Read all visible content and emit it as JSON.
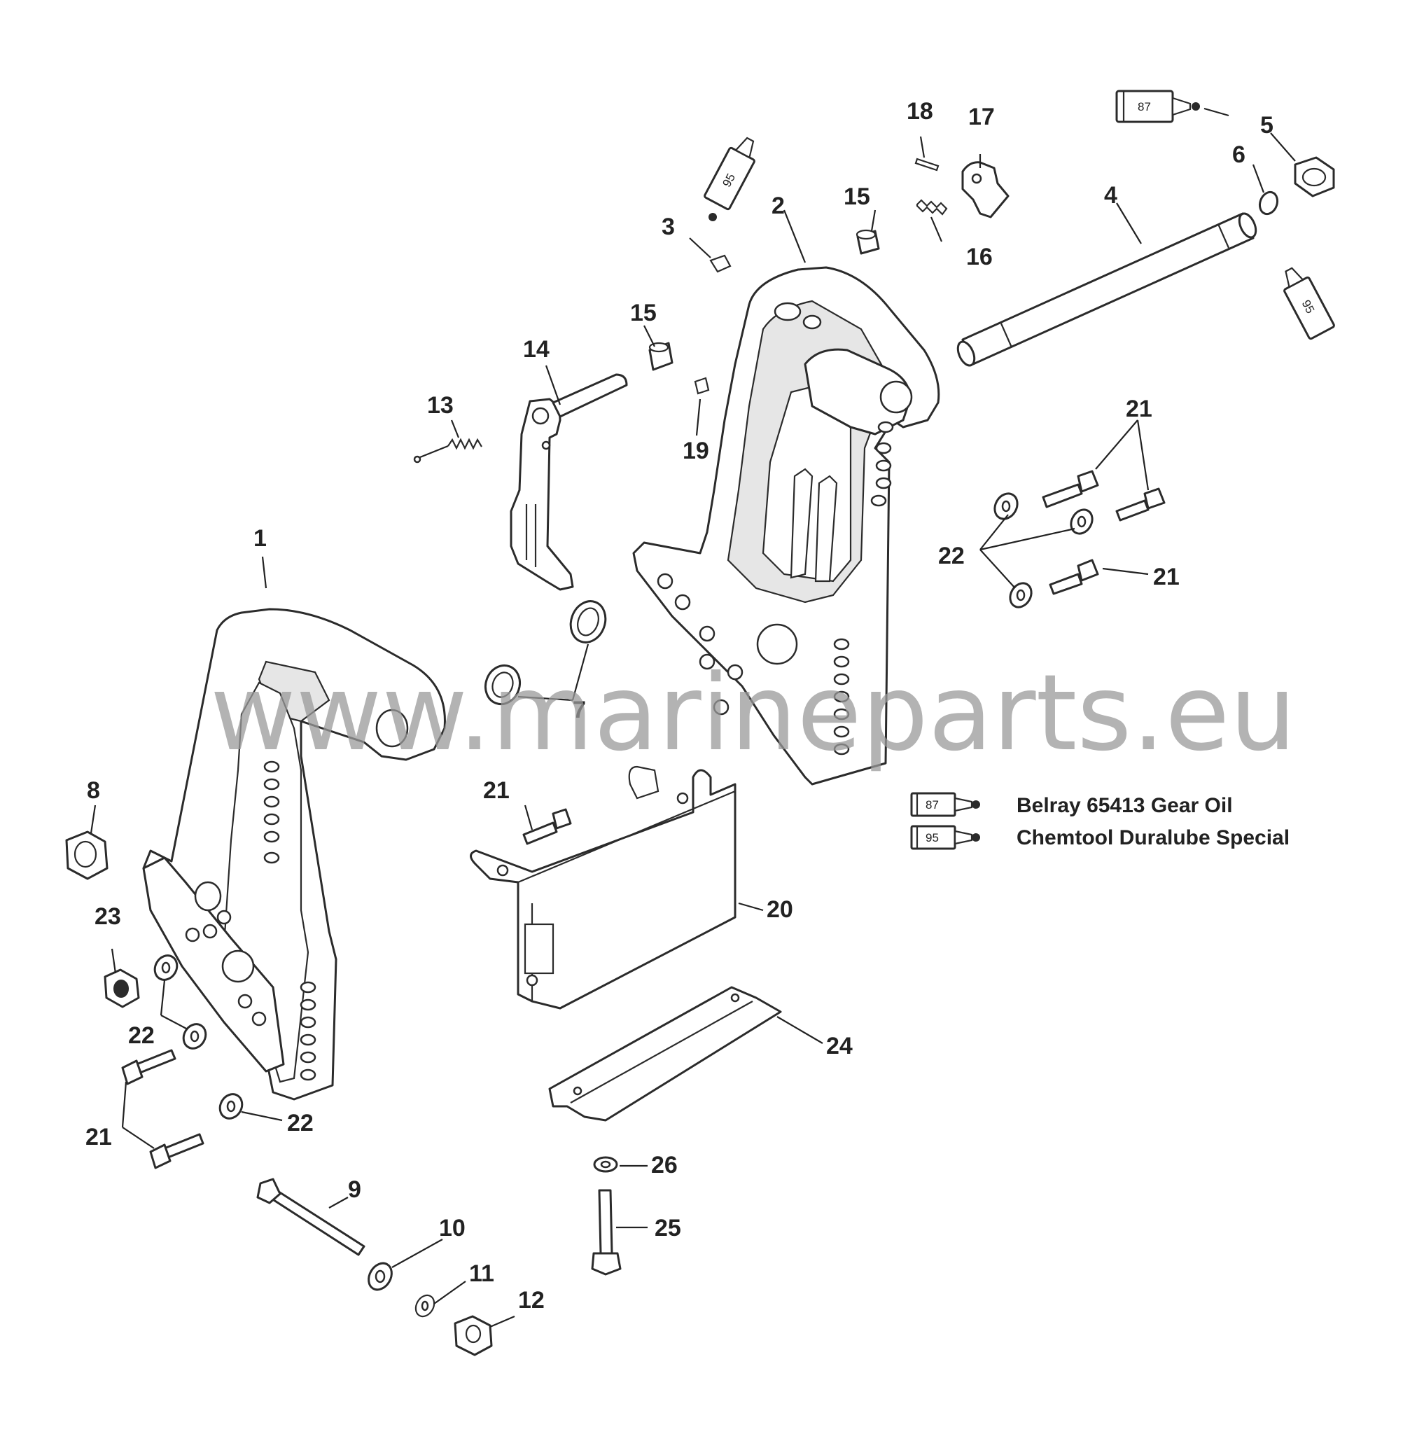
{
  "watermark": "www.marineparts.eu",
  "legend": [
    {
      "code": "87",
      "text": "Belray 65413 Gear Oil"
    },
    {
      "code": "95",
      "text": "Chemtool Duralube Special"
    }
  ],
  "tube_labels": {
    "tube_5": "87",
    "tube_3": "95",
    "tube_6": "95"
  },
  "callouts": {
    "c1": "1",
    "c2": "2",
    "c3": "3",
    "c4": "4",
    "c5": "5",
    "c6": "6",
    "c7": "7",
    "c8": "8",
    "c9": "9",
    "c10": "10",
    "c11": "11",
    "c12": "12",
    "c13": "13",
    "c14": "14",
    "c15a": "15",
    "c15b": "15",
    "c16": "16",
    "c17": "17",
    "c18": "18",
    "c19": "19",
    "c20": "20",
    "c21a": "21",
    "c21b": "21",
    "c21c": "21",
    "c21d": "21",
    "c22a": "22",
    "c22b": "22",
    "c22c": "22",
    "c23": "23",
    "c24": "24",
    "c25": "25",
    "c26": "26"
  }
}
